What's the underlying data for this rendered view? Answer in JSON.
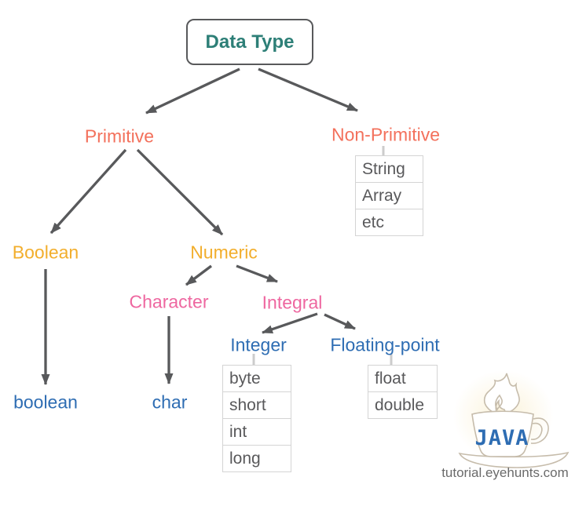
{
  "diagram_title": "Data Type",
  "colors": {
    "teal": "#2d7f77",
    "salmon": "#f3715c",
    "gold": "#f2ae2c",
    "pink": "#ee67a0",
    "blue": "#2e6db3",
    "arrow": "#58595b",
    "stub": "#cccccc",
    "table-border": "#d4d4d4",
    "table-text": "#59595b",
    "caption": "#6a6a6a",
    "cup-outline": "#c6bcab"
  },
  "nodes": {
    "root": "Data Type",
    "primitive": "Primitive",
    "non_primitive": "Non-Primitive",
    "boolean": "Boolean",
    "numeric": "Numeric",
    "character": "Character",
    "integral": "Integral",
    "integer": "Integer",
    "floating_point": "Floating-point",
    "boolean_value": "boolean",
    "char_value": "char"
  },
  "tables": {
    "non_primitive": {
      "rows": [
        "String",
        "Array",
        "etc"
      ]
    },
    "integer": {
      "rows": [
        "byte",
        "short",
        "int",
        "long"
      ]
    },
    "floating_point": {
      "rows": [
        "float",
        "double"
      ]
    }
  },
  "logo": {
    "text": "JAVA",
    "caption": "tutorial.eyehunts.com"
  }
}
